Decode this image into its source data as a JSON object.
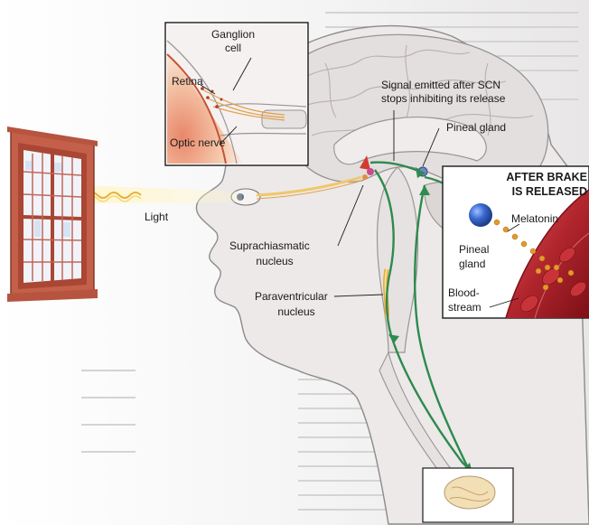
{
  "labels": {
    "ganglion_cell_1": "Ganglion",
    "ganglion_cell_2": "cell",
    "retina": "Retina",
    "optic_nerve": "Optic nerve",
    "signal_1": "Signal emitted after SCN",
    "signal_2": "stops inhibiting its release",
    "pineal_gland": "Pineal gland",
    "light": "Light",
    "scn_1": "Suprachiasmatic",
    "scn_2": "nucleus",
    "pvn_1": "Paraventricular",
    "pvn_2": "nucleus"
  },
  "inset": {
    "title_1": "AFTER BRAKE",
    "title_2": "IS RELEASED",
    "melatonin": "Melatonin",
    "pineal_1": "Pineal",
    "pineal_2": "gland",
    "blood_1": "Blood-",
    "blood_2": "stream"
  },
  "colors": {
    "pathway_green": "#2e8a4e",
    "light_yellow": "#f3d060",
    "window_frame": "#b0503a",
    "retina_red": "#d9784d",
    "blood_red": "#a8202a",
    "pineal_blue": "#2f5fc4"
  }
}
